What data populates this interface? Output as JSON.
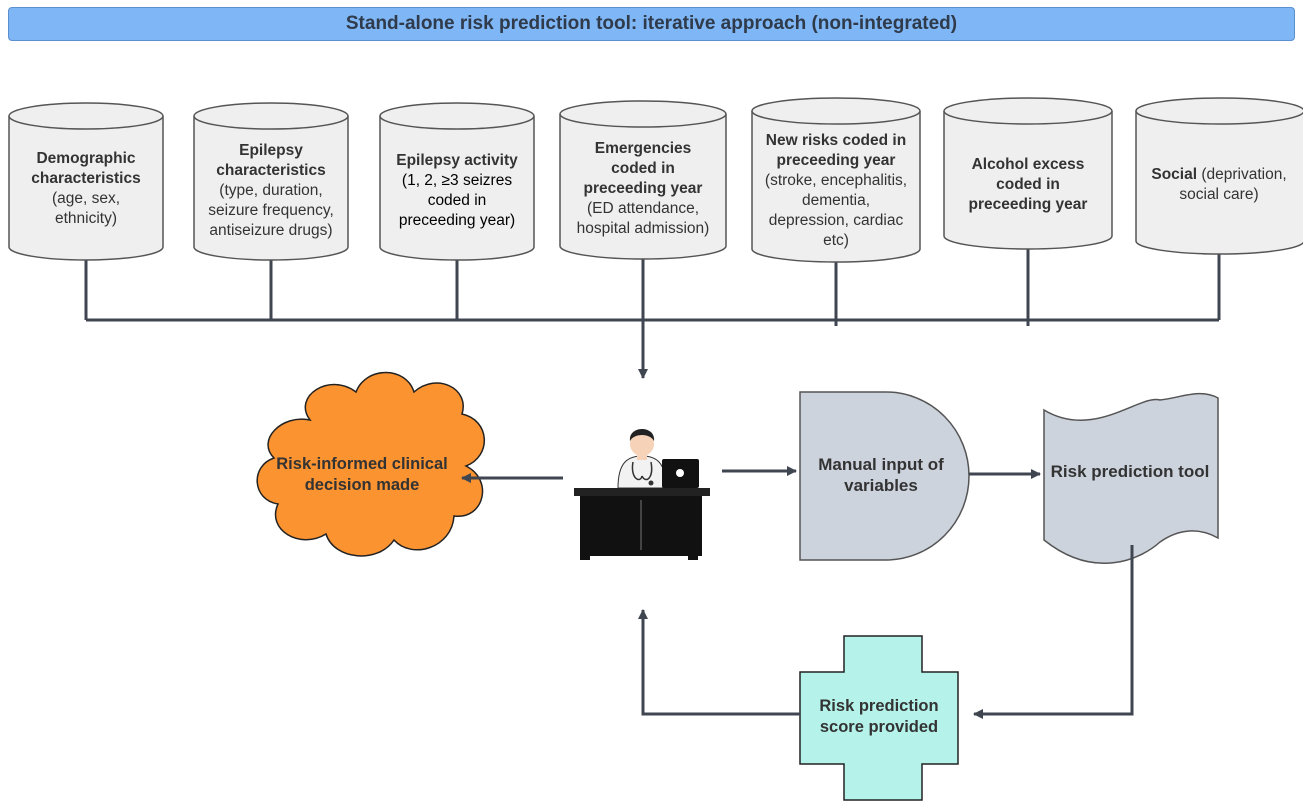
{
  "title": "Stand-alone risk prediction tool: iterative approach (non-integrated)",
  "sources": [
    {
      "bold": [
        "Demographic",
        "characteristics"
      ],
      "plain": [
        "(age, sex,",
        "ethnicity)"
      ]
    },
    {
      "bold": [
        "Epilepsy",
        "characteristics"
      ],
      "plain": [
        "(type, duration,",
        "seizure frequency,",
        "antiseizure drugs)"
      ]
    },
    {
      "bold": [
        "Epilepsy activity"
      ],
      "plain": [
        "(1, 2, ≥3 seizres",
        "coded in",
        "preceeding year)"
      ]
    },
    {
      "bold": [
        "Emergencies",
        "coded in",
        "preceeding year"
      ],
      "plain": [
        "(ED attendance,",
        "hospital admission)"
      ]
    },
    {
      "bold": [
        "New risks coded in",
        "preceeding year"
      ],
      "plain": [
        "(stroke, encephalitis,",
        "dementia,",
        "depression, cardiac",
        "etc)"
      ]
    },
    {
      "bold": [
        "Alcohol excess",
        "coded in",
        "preceeding year"
      ],
      "plain": []
    },
    {
      "bold_inline": "Social",
      "inline_rest": " (deprivation,",
      "plain": [
        "social care)"
      ]
    }
  ],
  "nodes": {
    "decision": "Risk-informed clinical decision made",
    "manual_input": "Manual input of variables",
    "tool": "Risk prediction tool",
    "score": "Risk prediction score provided"
  },
  "colors": {
    "banner": "#7fb6f5",
    "cylinder": "#efefef",
    "cloud": "#fb9331",
    "process": "#cdd3dd",
    "cross": "#b5f3ea",
    "line": "#3f4650"
  }
}
